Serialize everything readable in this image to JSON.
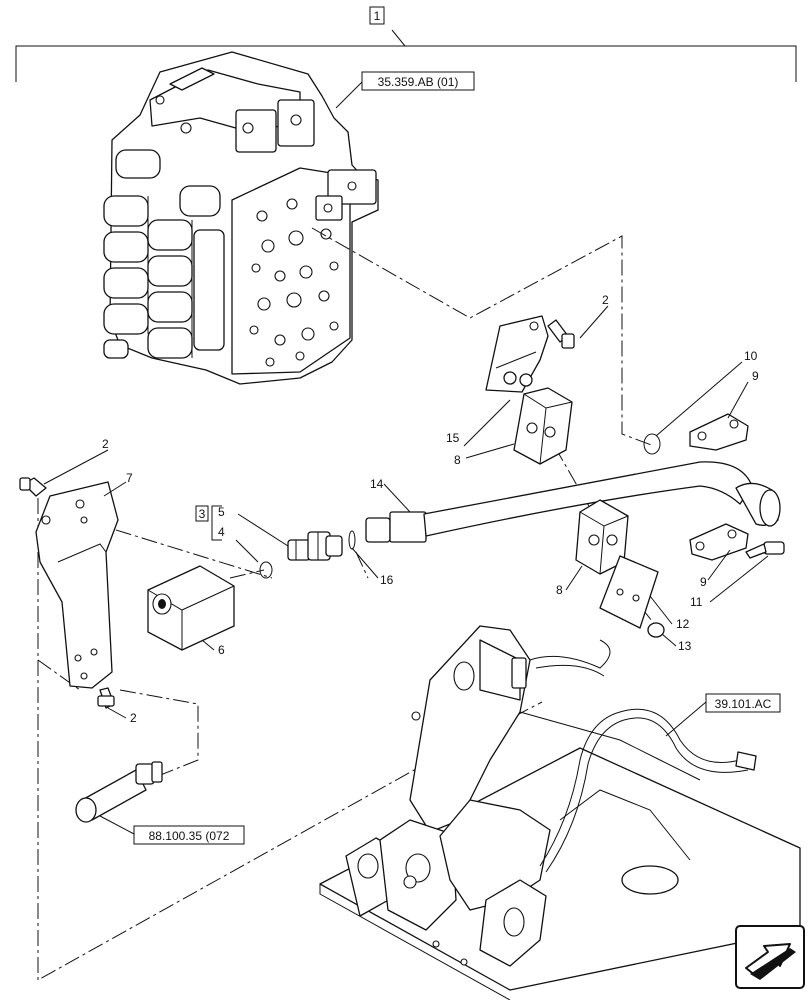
{
  "assembly": {
    "number": "1",
    "group_number": "3"
  },
  "references": {
    "valve_ref": "35.359.AB (01)",
    "sensor_ref": "88.100.35 (072",
    "harness_ref": "39.101.AC"
  },
  "callouts": {
    "c2_top": "2",
    "c2_left": "2",
    "c2_bottom": "2",
    "c4": "4",
    "c5": "5",
    "c6": "6",
    "c7": "7",
    "c8_upper": "8",
    "c8_lower": "8",
    "c9_upper": "9",
    "c9_lower": "9",
    "c10": "10",
    "c11": "11",
    "c12": "12",
    "c13": "13",
    "c14": "14",
    "c15": "15",
    "c16": "16"
  },
  "icons": {
    "navigation": "next-page-arrow-icon"
  }
}
